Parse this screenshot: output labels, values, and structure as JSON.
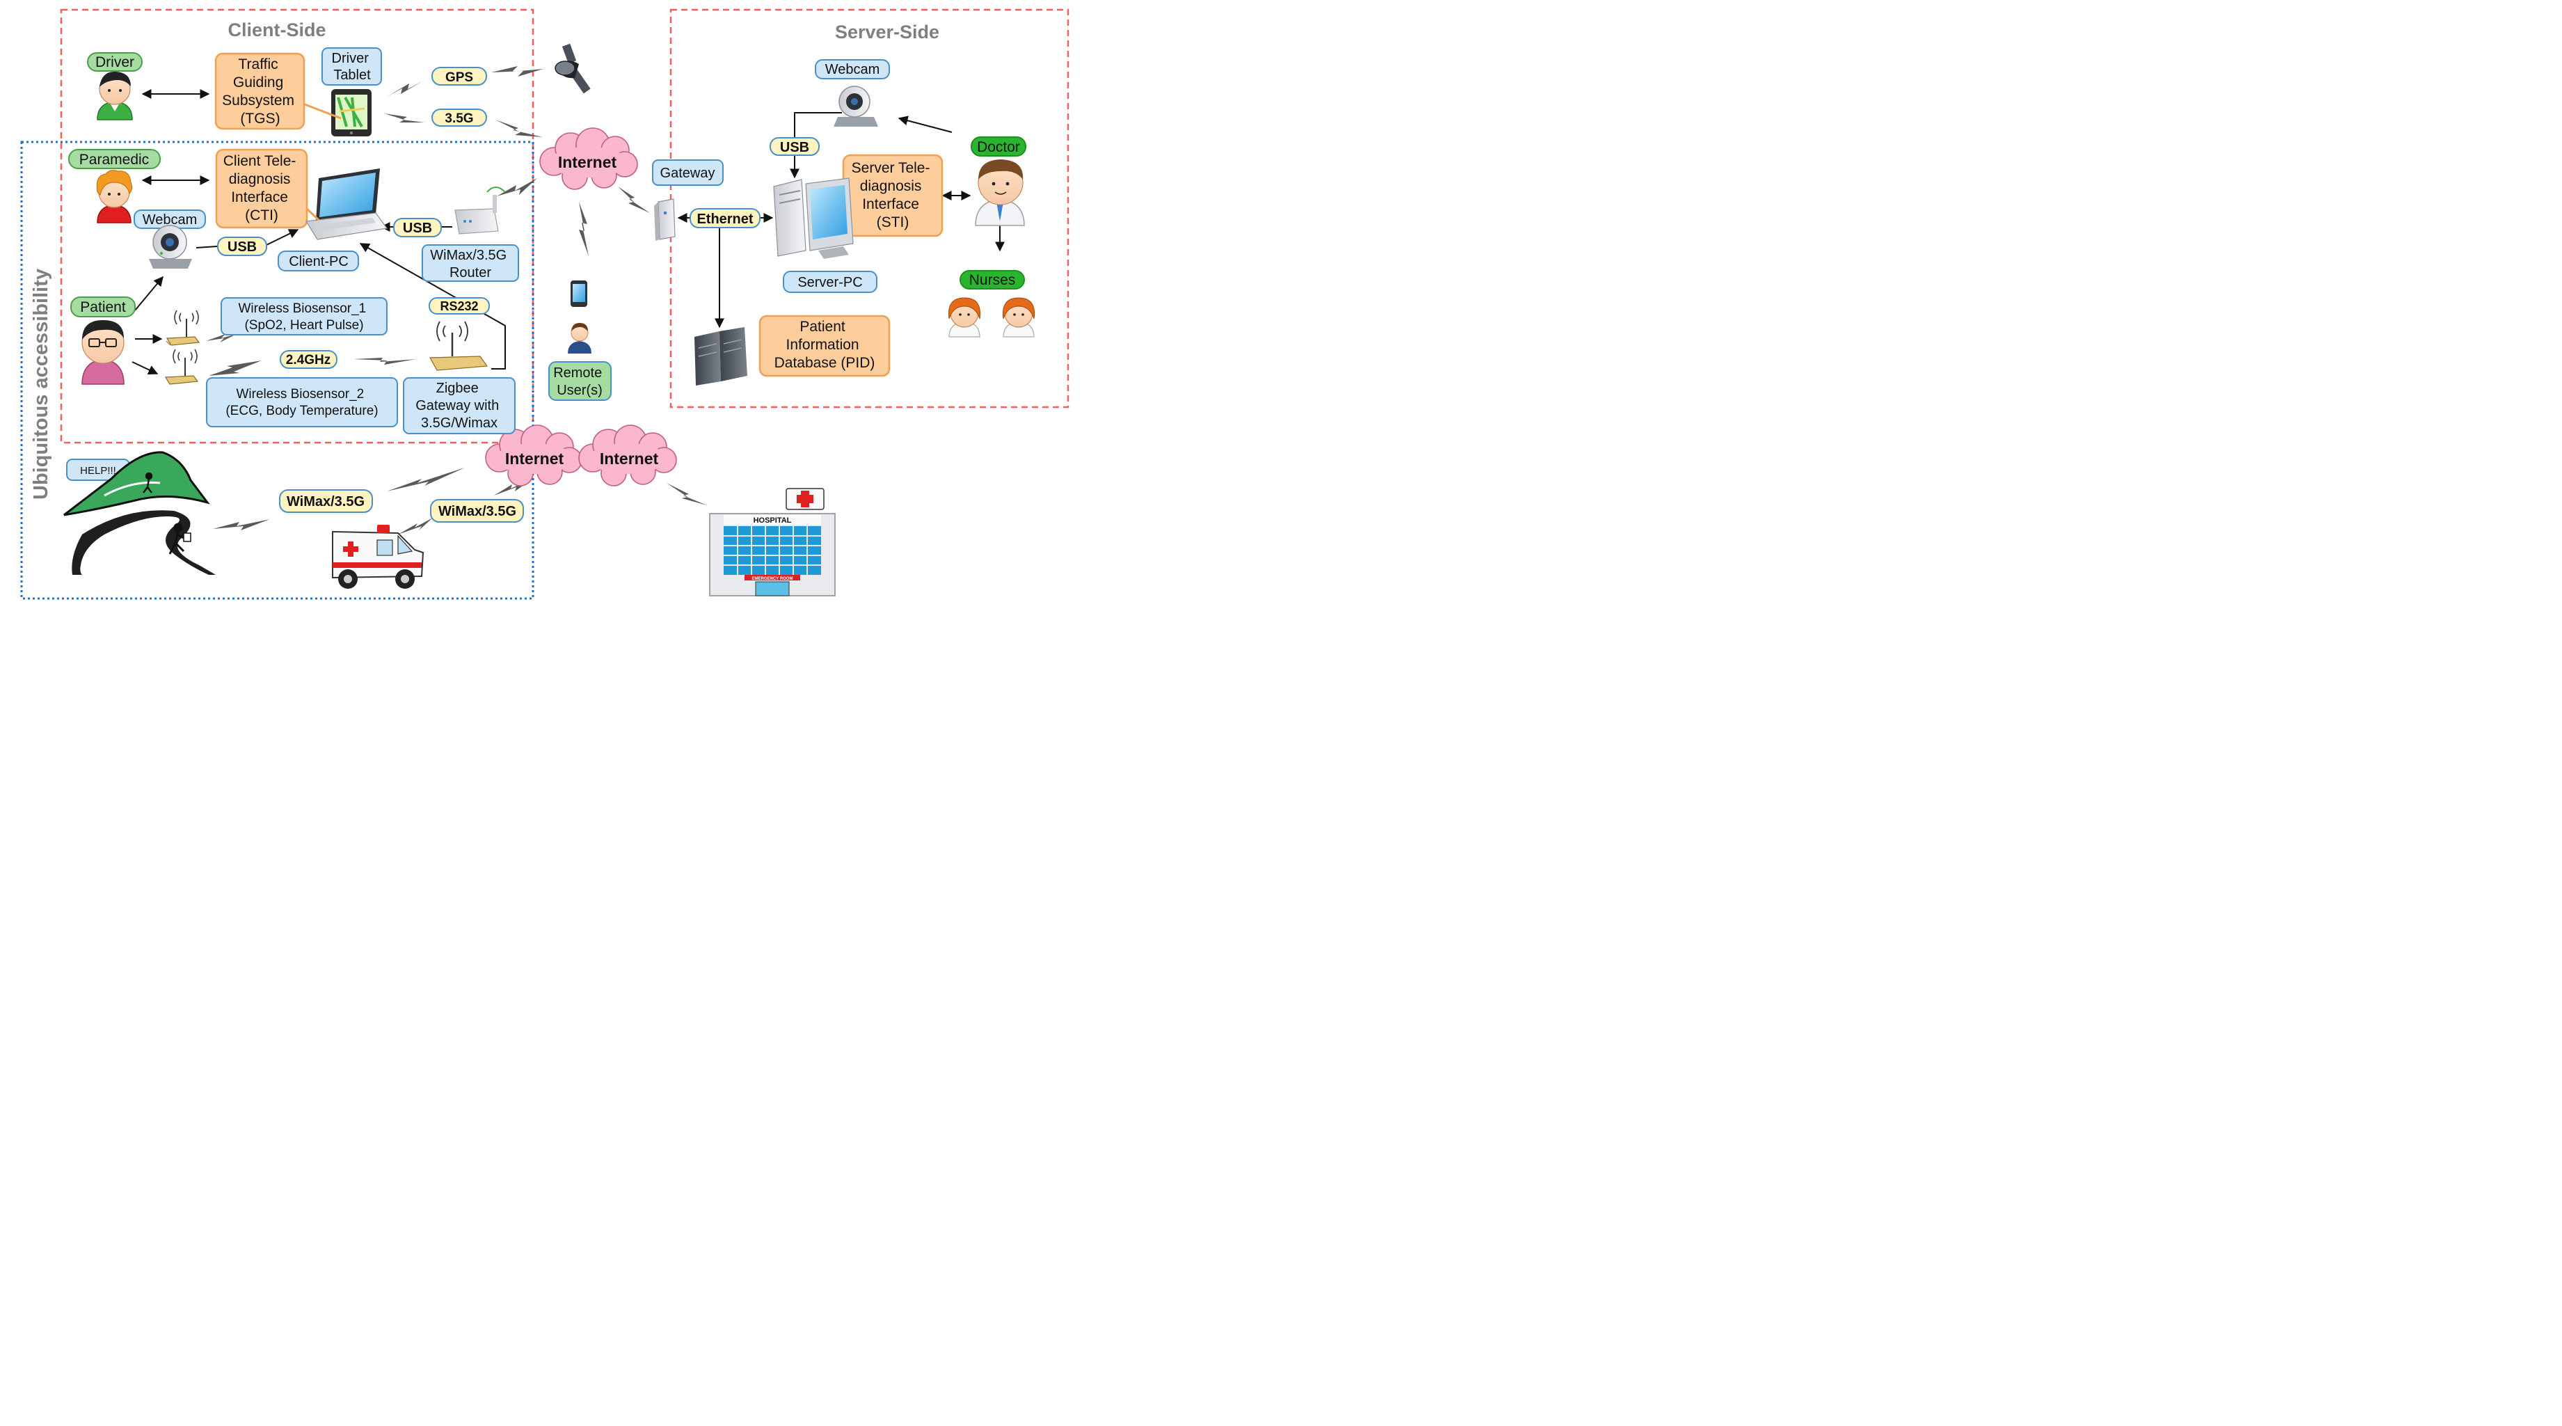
{
  "regions": {
    "client_title": "Client-Side",
    "server_title": "Server-Side",
    "ubiquitous_title": "Ubiquitous accessibility"
  },
  "actors": {
    "driver": "Driver",
    "paramedic": "Paramedic",
    "patient": "Patient",
    "doctor": "Doctor",
    "nurses": "Nurses",
    "remote_user": [
      "Remote",
      "User(s)"
    ]
  },
  "devices": {
    "driver_tablet": [
      "Driver",
      "Tablet"
    ],
    "client_webcam": "Webcam",
    "server_webcam": "Webcam",
    "client_pc": "Client-PC",
    "router": [
      "WiMax/3.5G",
      "Router"
    ],
    "gateway": "Gateway",
    "server_pc": "Server-PC"
  },
  "subsystems": {
    "tgs": [
      "Traffic",
      "Guiding",
      "Subsystem",
      "(TGS)"
    ],
    "cti": [
      "Client Tele-",
      "diagnosis",
      "Interface",
      "(CTI)"
    ],
    "sti": [
      "Server Tele-",
      "diagnosis",
      "Interface",
      "(STI)"
    ],
    "pid": [
      "Patient",
      "Information",
      "Database (PID)"
    ]
  },
  "sensors": {
    "biosensor_1": [
      "Wireless Biosensor_1",
      "(SpO2, Heart Pulse)"
    ],
    "biosensor_2": [
      "Wireless Biosensor_2",
      "(ECG, Body Temperature)"
    ],
    "zigbee": [
      "Zigbee",
      "Gateway with",
      "3.5G/Wimax"
    ]
  },
  "links": {
    "gps": "GPS",
    "g35": "3.5G",
    "usb_client": "USB",
    "usb_router": "USB",
    "usb_server": "USB",
    "rs232": "RS232",
    "ghz": "2.4GHz",
    "ethernet": "Ethernet",
    "wimax_left": "WiMax/3.5G",
    "wimax_right": "WiMax/3.5G"
  },
  "clouds": {
    "internet_top": "Internet",
    "internet_bl": "Internet",
    "internet_br": "Internet"
  },
  "scene": {
    "help": "HELP!!!",
    "hospital": "HOSPITAL",
    "emergency": "EMERGENCY ROOM"
  },
  "colors": {
    "region_client": "#f06060",
    "region_server": "#f06060",
    "region_ubiquitous": "#1f6fd1",
    "blue_box_fill": "#cfe6f8",
    "blue_box_stroke": "#4a90c8",
    "orange_box_fill": "#fdcd9c",
    "orange_box_stroke": "#f0a050",
    "green_pill_fill": "#a6dca2",
    "green_pill_stroke": "#4aa04a",
    "yellow_pill_fill": "#fff4c0",
    "yellow_pill_stroke": "#4a90c8",
    "cloud_fill": "#fbb6d0",
    "cloud_stroke": "#c0607c"
  }
}
